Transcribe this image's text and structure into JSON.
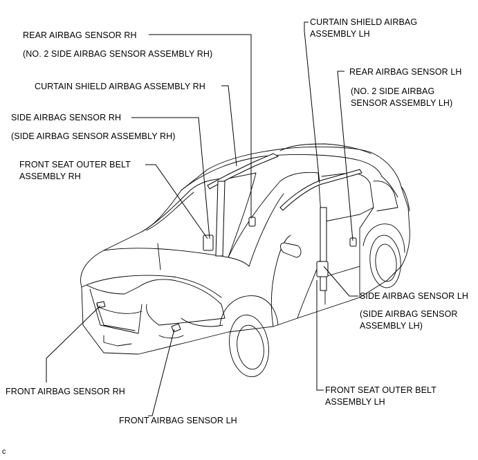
{
  "labels": {
    "rear_sensor_rh": "REAR AIRBAG SENSOR RH",
    "rear_sensor_rh_sub": "(NO. 2 SIDE AIRBAG SENSOR ASSEMBLY RH)",
    "curtain_rh": "CURTAIN SHIELD AIRBAG ASSEMBLY RH",
    "side_sensor_rh": "SIDE AIRBAG SENSOR RH",
    "side_sensor_rh_sub": "(SIDE AIRBAG SENSOR ASSEMBLY RH)",
    "front_belt_rh_1": "FRONT SEAT OUTER BELT",
    "front_belt_rh_2": "ASSEMBLY RH",
    "curtain_lh_1": "CURTAIN SHIELD AIRBAG",
    "curtain_lh_2": "ASSEMBLY LH",
    "rear_sensor_lh": "REAR AIRBAG SENSOR LH",
    "rear_sensor_lh_sub_1": "(NO. 2 SIDE AIRBAG",
    "rear_sensor_lh_sub_2": "SENSOR ASSEMBLY LH)",
    "side_sensor_lh": "SIDE AIRBAG SENSOR LH",
    "side_sensor_lh_sub_1": "(SIDE AIRBAG SENSOR",
    "side_sensor_lh_sub_2": "ASSEMBLY LH)",
    "front_sensor_rh": "FRONT AIRBAG SENSOR RH",
    "front_belt_lh_1": "FRONT SEAT OUTER BELT",
    "front_belt_lh_2": "ASSEMBLY LH",
    "front_sensor_lh": "FRONT AIRBAG SENSOR LH",
    "figure_code": "C"
  }
}
